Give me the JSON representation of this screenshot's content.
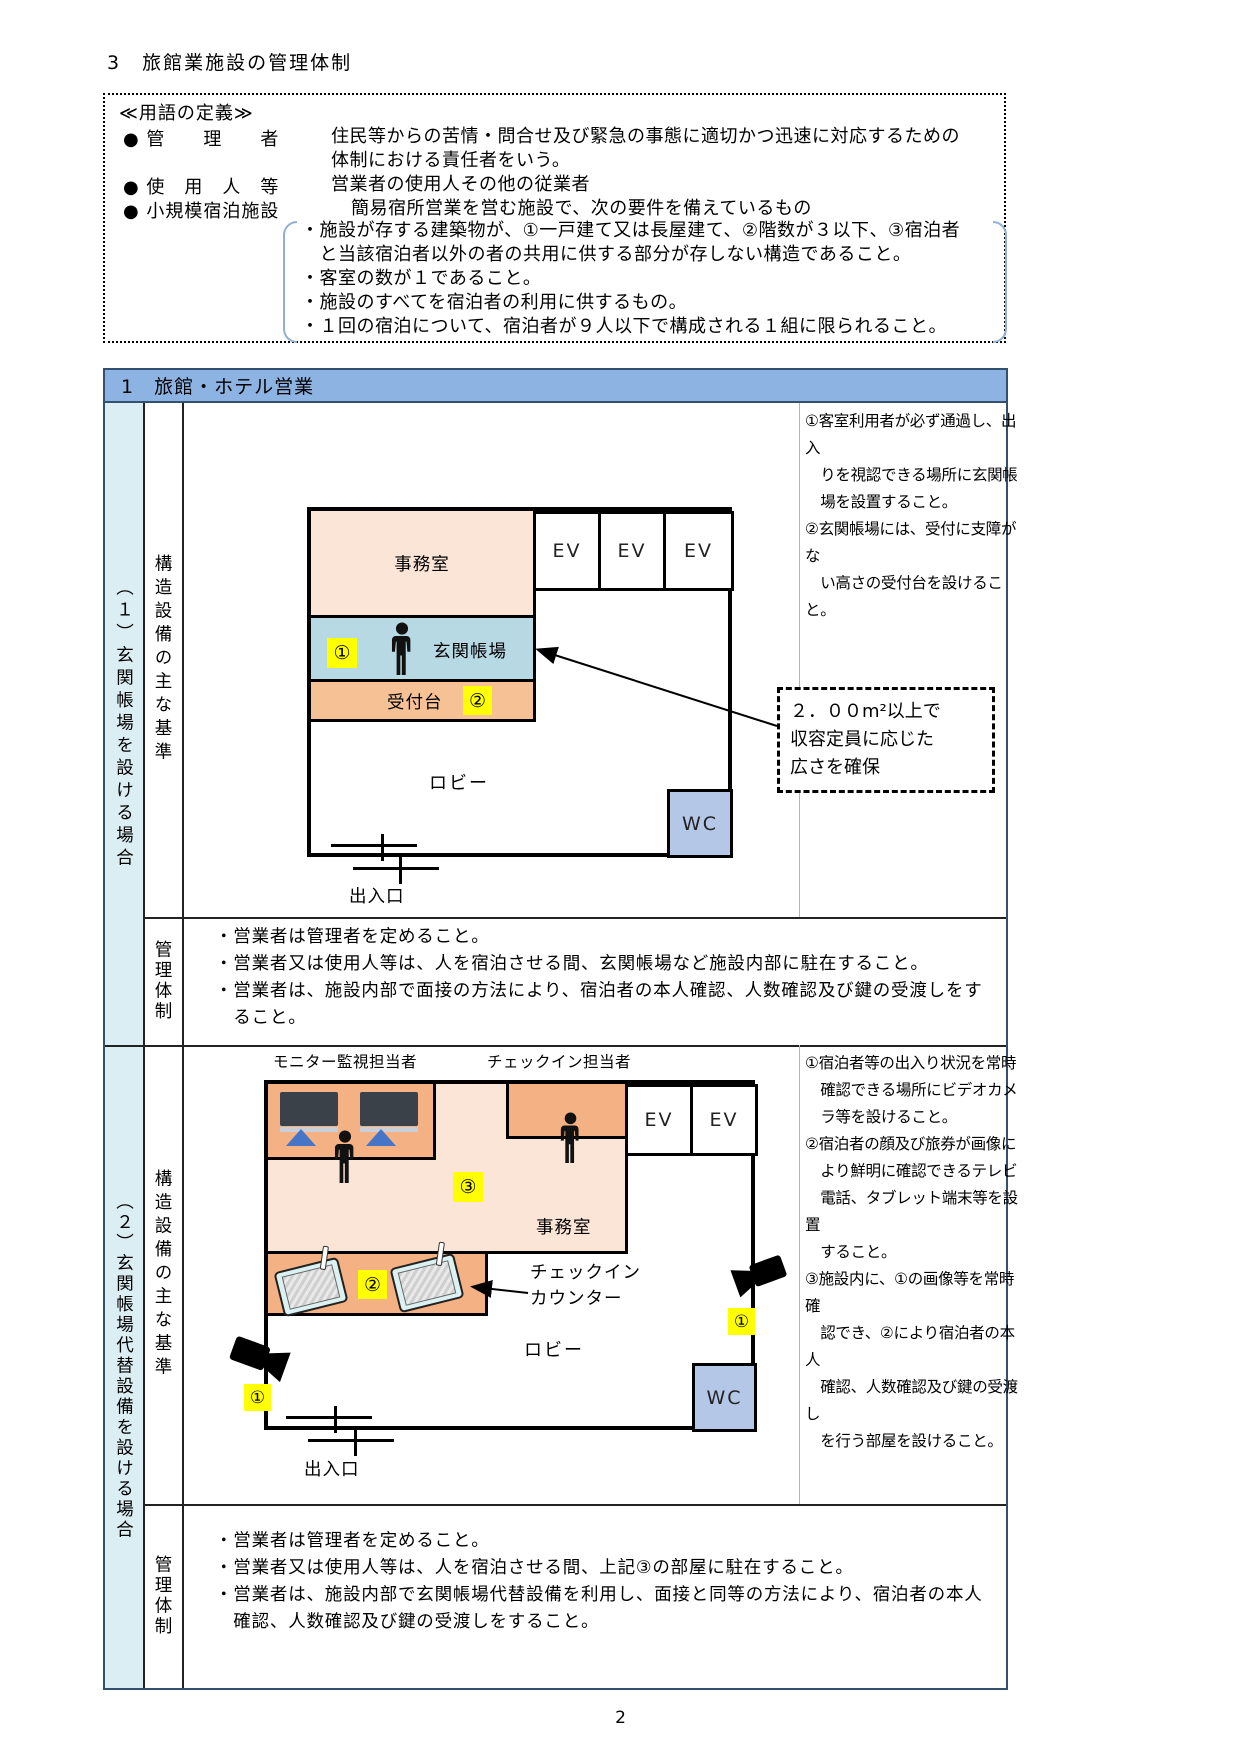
{
  "page": {
    "title": "3　旅館業施設の管理体制",
    "page_number": "2"
  },
  "badges": {
    "b1": "①",
    "b2": "②",
    "b3": "③"
  },
  "definitions": {
    "heading": "≪用語の定義≫",
    "terms": [
      {
        "term": "● 管　　理　　者",
        "def": [
          "住民等からの苦情・問合せ及び緊急の事態に適切かつ迅速に対応するための",
          "体制における責任者をいう。"
        ]
      },
      {
        "term": "● 使　用　人　等",
        "def": [
          "営業者の使用人その他の従業者"
        ]
      },
      {
        "term": "● 小規模宿泊施設",
        "def": [
          "簡易宿所営業を営む施設で、次の要件を備えているもの"
        ]
      }
    ],
    "conditions": [
      "・施設が存する建築物が、①一戸建て又は長屋建て、②階数が３以下、③宿泊者",
      "　と当該宿泊者以外の者の共用に供する部分が存しない構造であること。",
      "・客室の数が１であること。",
      "・施設のすべてを宿泊者の利用に供するもの。",
      "・１回の宿泊について、宿泊者が９人以下で構成される１組に限られること。"
    ]
  },
  "table": {
    "header": "1　旅館・ホテル営業",
    "section1": {
      "row_label": "（１）玄関帳場を設ける場合",
      "structure_label": "構造設備の主な基準",
      "management_label": "管理体制",
      "notes": [
        "①客室利用者が必ず通過し、出入",
        "　りを視認できる場所に玄関帳",
        "　場を設置すること。",
        "②玄関帳場には、受付に支障がな",
        "　い高さの受付台を設けること。"
      ],
      "management": [
        "・営業者は管理者を定めること。",
        "・営業者又は使用人等は、人を宿泊させる間、玄関帳場など施設内部に駐在すること。",
        "・営業者は、施設内部で面接の方法により、宿泊者の本人確認、人数確認及び鍵の受渡しをす",
        "　ること。"
      ],
      "diagram": {
        "office": "事務室",
        "ev": "EV",
        "front_desk": "玄関帳場",
        "reception_counter": "受付台",
        "lobby": "ロビー",
        "wc": "WC",
        "entrance": "出入口",
        "callout": [
          "２．００m²以上で",
          "収容定員に応じた",
          "広さを確保"
        ]
      }
    },
    "section2": {
      "row_label": "（２）玄関帳場代替設備を設ける場合",
      "structure_label": "構造設備の主な基準",
      "management_label": "管理体制",
      "notes": [
        "①宿泊者等の出入り状況を常時",
        "　確認できる場所にビデオカメ",
        "　ラ等を設けること。",
        "②宿泊者の顔及び旅券が画像に",
        "　より鮮明に確認できるテレビ",
        "　電話、タブレット端末等を設置",
        "　すること。",
        "③施設内に、①の画像等を常時確",
        "　認でき、②により宿泊者の本人",
        "　確認、人数確認及び鍵の受渡し",
        "　を行う部屋を設けること。"
      ],
      "management": [
        "・営業者は管理者を定めること。",
        "・営業者又は使用人等は、人を宿泊させる間、上記③の部屋に駐在すること。",
        "・営業者は、施設内部で玄関帳場代替設備を利用し、面接と同等の方法により、宿泊者の本人",
        "　確認、人数確認及び鍵の受渡しをすること。"
      ],
      "diagram": {
        "monitor_staff": "モニター監視担当者",
        "checkin_staff": "チェックイン担当者",
        "office": "事務室",
        "ev": "EV",
        "checkin_counter": [
          "チェックイン",
          "カウンター"
        ],
        "lobby": "ロビー",
        "wc": "WC",
        "entrance": "出入口"
      }
    }
  }
}
